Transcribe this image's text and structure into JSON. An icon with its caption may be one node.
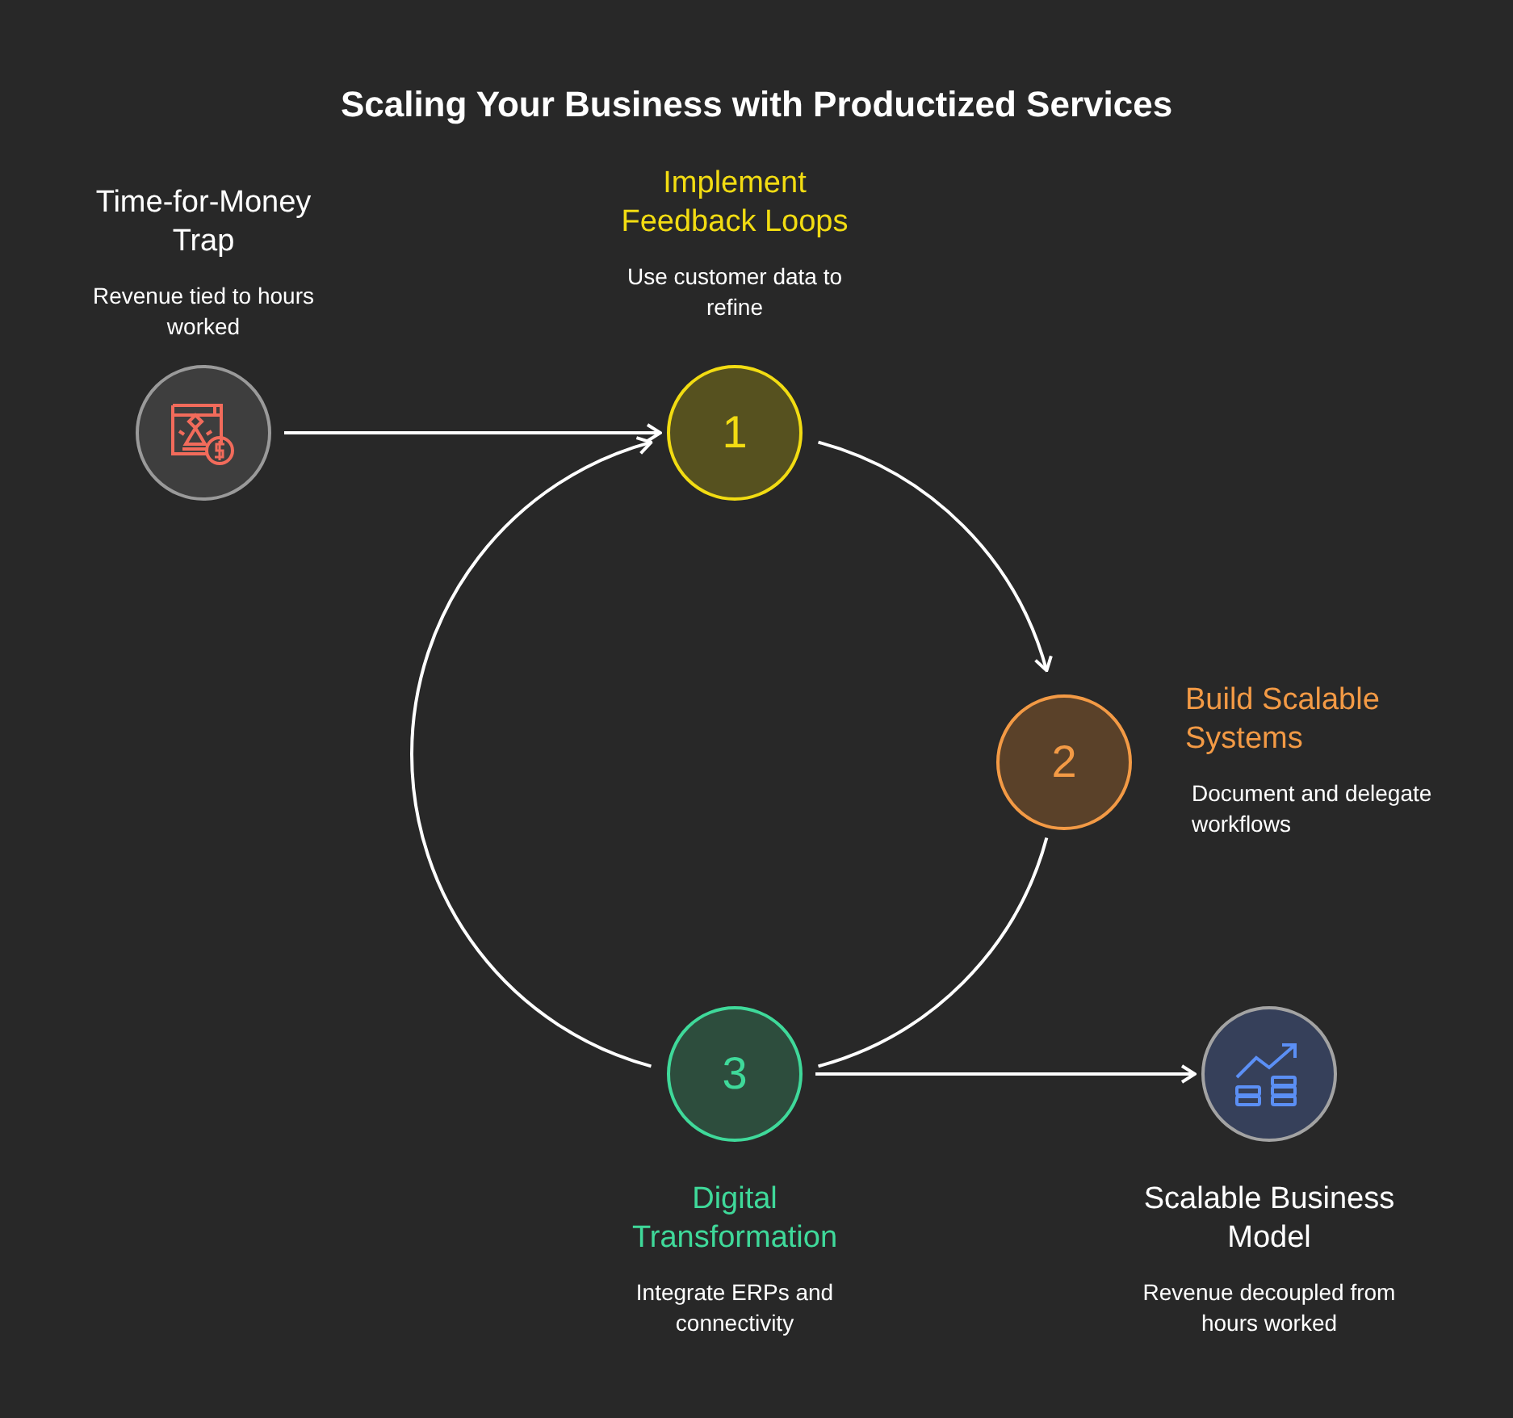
{
  "diagram": {
    "title": "Scaling Your Business with Productized Services",
    "nodes": [
      {
        "text": [
          "Time-for-Money Trap",
          "Revenue tied to hours worked"
        ]
      },
      {
        "text": [
          "Implement Feedback Loops",
          "Use customer data to refine",
          "1"
        ]
      },
      {
        "text": [
          "2",
          "Build Scalable Systems",
          "Document and delegate workflows"
        ]
      },
      {
        "text": [
          "3",
          "Digital Transformation",
          "Integrate ERPs and connectivity"
        ]
      },
      {
        "text": [
          "Scalable Business Model",
          "Revenue decoupled from hours worked"
        ]
      }
    ],
    "edges": [
      {
        "from": 0,
        "to": 1,
        "arrow": "to"
      },
      {
        "from": 1,
        "to": 2,
        "arrow": "to"
      },
      {
        "from": 2,
        "to": 3,
        "arrow": "none"
      },
      {
        "from": 3,
        "to": 1,
        "arrow": "to"
      },
      {
        "from": 3,
        "to": 4,
        "arrow": "to"
      }
    ]
  }
}
